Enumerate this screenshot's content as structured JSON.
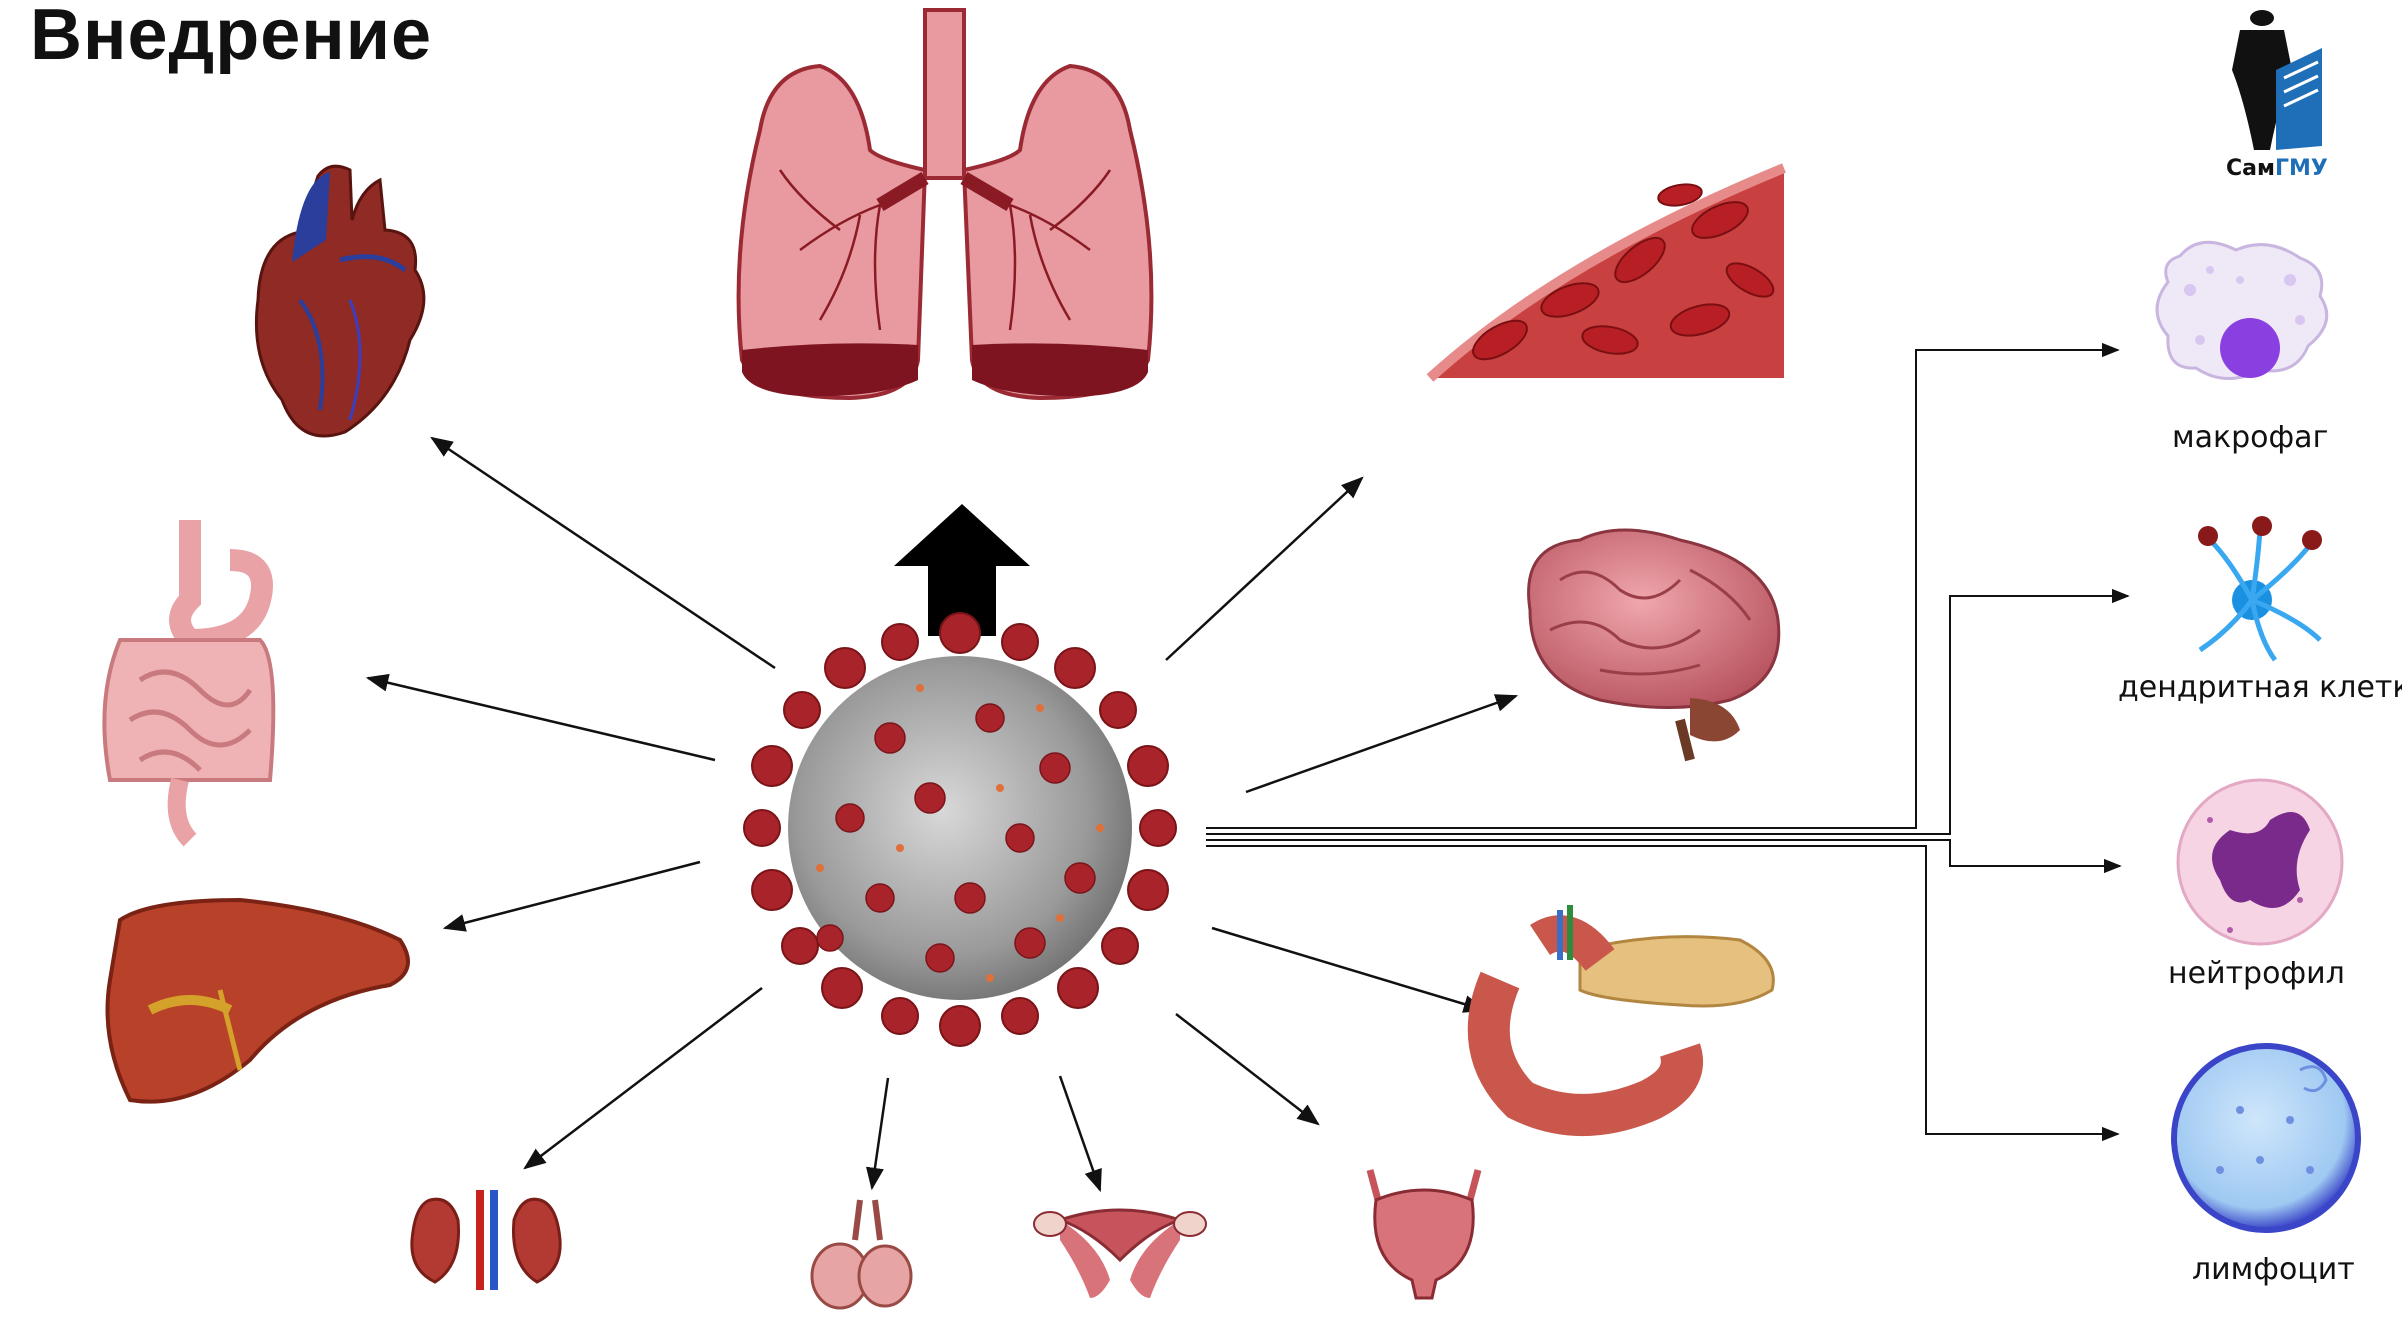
{
  "slide": {
    "title": "Внедрение",
    "logo": {
      "part1": "Сам",
      "part2": "ГМУ"
    }
  },
  "cells": {
    "macrophage": "макрофаг",
    "dendritic": "дендритная клетка",
    "neutrophil": "нейтрофил",
    "lymphocyte": "лимфоцит"
  },
  "colors": {
    "virus_spike": "#a8242a",
    "virus_core": "#9a9a9a",
    "organ_red": "#b5322e",
    "lung_pink": "#e89aa0",
    "liver": "#b8412a",
    "brain": "#d9818a",
    "pancreas": "#e6c07e",
    "macrophage_nucleus": "#8a3fe0",
    "lymphocyte_blue": "#3a45c8",
    "arrow": "#111111",
    "logo_blue": "#1f6fb8"
  }
}
